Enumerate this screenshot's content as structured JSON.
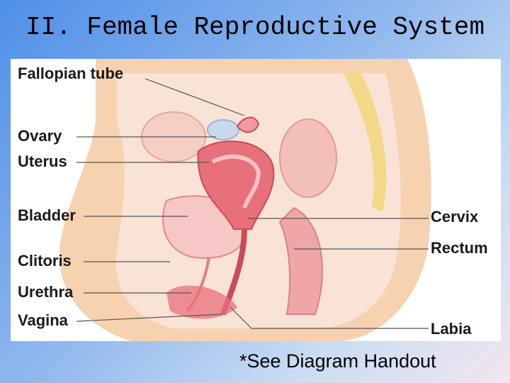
{
  "slide": {
    "title": "II. Female Reproductive System",
    "footnote": "*See Diagram Handout"
  },
  "diagram": {
    "labels": {
      "fallopian_tube": "Fallopian tube",
      "ovary": "Ovary",
      "uterus": "Uterus",
      "bladder": "Bladder",
      "clitoris": "Clitoris",
      "urethra": "Urethra",
      "vagina": "Vagina",
      "cervix": "Cervix",
      "rectum": "Rectum",
      "labia": "Labia"
    },
    "colors": {
      "skin": "#f7d2b0",
      "tissue": "#f3b6b0",
      "organ": "#e8707a",
      "organ_dark": "#c94a5a",
      "spine": "#f2d67a",
      "leader": "#555555"
    }
  }
}
